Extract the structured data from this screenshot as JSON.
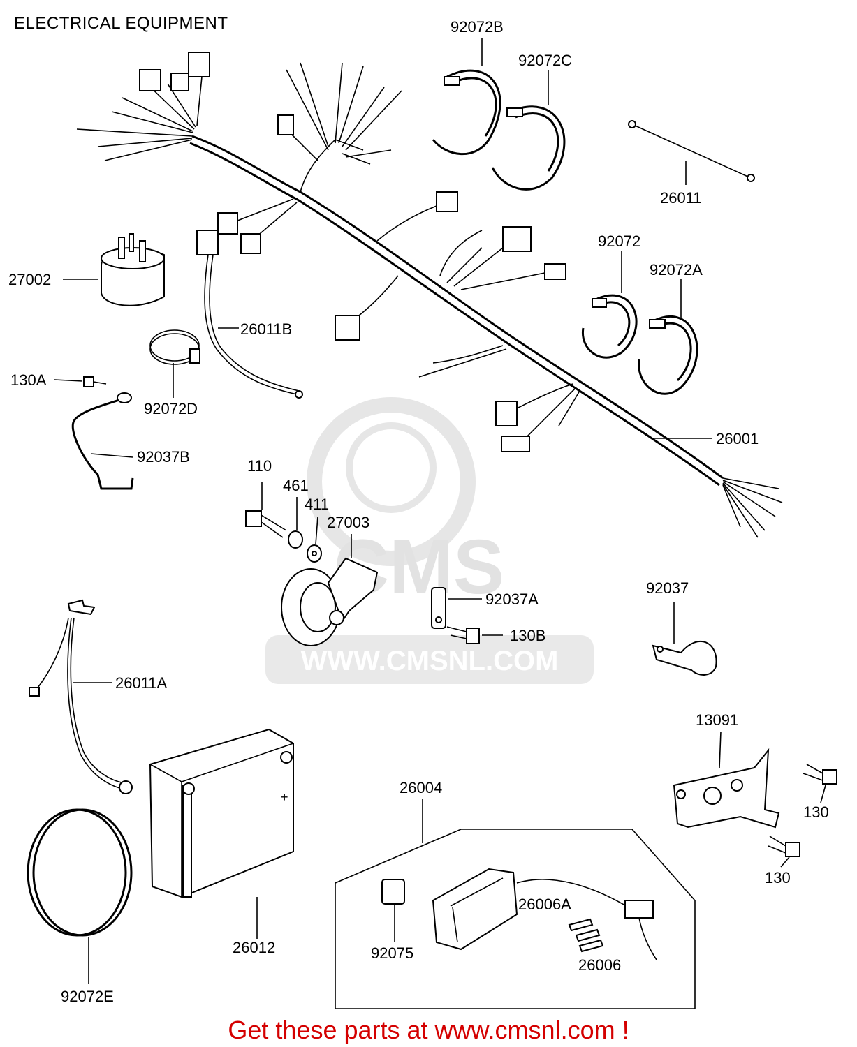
{
  "title": "ELECTRICAL EQUIPMENT",
  "watermark": {
    "brand": "CMS",
    "url": "WWW.CMSNL.COM"
  },
  "footer": "Get these parts at www.cmsnl.com !",
  "labels": {
    "p92072B": "92072B",
    "p92072C": "92072C",
    "p26011": "26011",
    "p92072": "92072",
    "p92072A": "92072A",
    "p27002": "27002",
    "p26011B": "26011B",
    "p130A": "130A",
    "p92072D": "92072D",
    "p92037B": "92037B",
    "p26001": "26001",
    "p110": "110",
    "p461": "461",
    "p411": "411",
    "p27003": "27003",
    "p92037A": "92037A",
    "p130B": "130B",
    "p92037": "92037",
    "p26011A": "26011A",
    "p13091": "13091",
    "p130a": "130",
    "p130b": "130",
    "p26004": "26004",
    "p26006A": "26006A",
    "p26006": "26006",
    "p92075": "92075",
    "p26012": "26012",
    "p92072E": "92072E"
  },
  "colors": {
    "footer": "#d40000",
    "watermark": "#e2e2e2",
    "ink": "#000000"
  }
}
